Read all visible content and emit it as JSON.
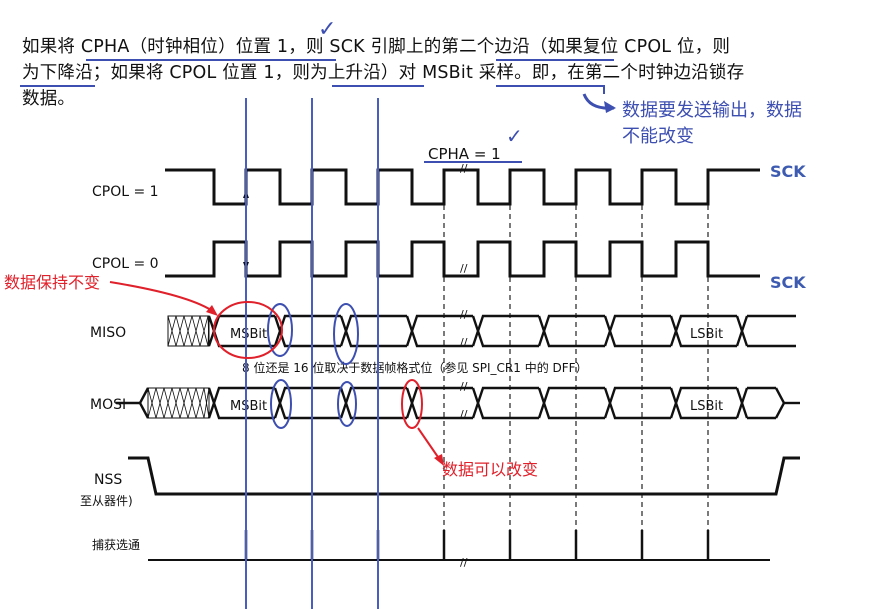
{
  "paragraph": {
    "line1": "如果将 CPHA（时钟相位）位置 1，则 SCK 引脚上的第二个边沿（如果复位 CPOL 位，则",
    "line2": "为下降沿；如果将 CPOL 位置 1，则为上升沿）对 MSBit 采样。即，在第二个时钟边沿锁存",
    "line3": "数据。"
  },
  "annotations": {
    "tx_note_line1": "数据要发送输出，数据",
    "tx_note_line2": "不能改变",
    "hold_note": "数据保持不变",
    "change_note": "数据可以改变",
    "checkmark_top": "✓",
    "checkmark_cpha": "✓"
  },
  "diagram": {
    "cpha_label": "CPHA = 1",
    "cpol1_label": "CPOL = 1",
    "cpol0_label": "CPOL = 0",
    "sck_label": "SCK",
    "miso_label": "MISO",
    "mosi_label": "MOSI",
    "nss_label": "NSS",
    "nss_sub_label": "至从器件)",
    "capture_label": "捕获选通",
    "msbit": "MSBit",
    "lsbit": "LSBit",
    "frame_note": "8 位还是 16 位取决于数据帧格式位（参见 SPI_CR1 中的 DFF）",
    "break_mark": "//"
  },
  "colors": {
    "signal": "#111111",
    "annotation_blue": "#3d4fb0",
    "annotation_red": "#e0202a",
    "grid_dash": "#333333"
  }
}
